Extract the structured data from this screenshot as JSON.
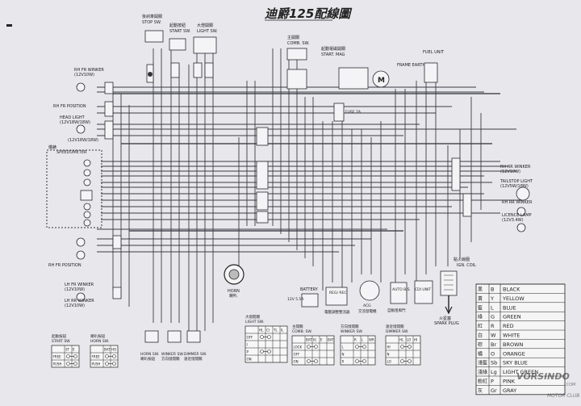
{
  "title": "迪爵125配線圖",
  "watermark": {
    "site": "VORSINDO",
    "sub": ".COM",
    "club": "MOTOR CLUB"
  },
  "labels": {
    "stop_sw": "STOP SW.",
    "stop_sw_cn": "後剎車開關",
    "start_sw": "START SW.",
    "start_sw_cn": "起動按鈕",
    "light_sw": "LIGHT SW.",
    "light_sw_cn": "大燈開關",
    "comb_sw": "COMB. SW.",
    "comb_sw_cn": "主開關",
    "start_mag": "START. MAG",
    "start_mag_cn": "起動電磁開關",
    "frame_earth": "FRAME EARTH",
    "fuel_unit": "FUEL UNIT",
    "rh_fr_winker": "RH FR WINKER",
    "rh_fr_winker_spec": "(12V10W)",
    "rh_fr_position": "RH FR POSITION",
    "head_light": "HEAD LIGHT",
    "head_light_spec": "(12V18W/18W)",
    "head_light_spec2": "(12V18W/18W)",
    "speedometer": "SPEEDOMETER",
    "speedometer_cn": "儀錶",
    "rr_winker": "RH RR WINKER",
    "rr_winker_spec": "(12V10W)",
    "taillight": "TAILSTOP LIGHT",
    "taillight_spec": "(12V5W/18W)",
    "rh_rr_winker": "RH RR WINKER",
    "licence_lamp": "LICENCE LAMP",
    "licence_lamp_spec": "(12V3.4W)",
    "horn": "HORN",
    "horn_cn": "喇叭",
    "regulator": "REG/ REC",
    "regulator_cn": "電壓調整整流器",
    "acg": "ACG",
    "acg_cn": "交流發電機",
    "auto_bis": "AUTO B/S",
    "auto_bis_cn": "自動阻風門",
    "cdi_unit": "CDI UNIT",
    "ign_coil": "IGN. COIL",
    "ign_coil_cn": "點火線圈",
    "spark_plug": "SPARK PLUG",
    "spark_plug_cn": "火星塞",
    "fuse": "FUSE 7A",
    "battery": "BATTERY",
    "battery_spec": "12V 5.5A",
    "horn_sw": "HORN SW.",
    "horn_sw_cn": "喇叭按鈕",
    "winker_sw": "WINKER SW.",
    "winker_sw_cn": "方向燈開關",
    "dimmer_sw": "DIMMER SW.",
    "dimmer_sw_cn": "遠近燈開關",
    "lh_fr_position": "RH FR POSITION",
    "lh_fr_winker": "LH FR WINKER",
    "lh_fr_winker_spec": "(12V10W)",
    "lh_rr_winker": "LH RR WINKER",
    "lh_rr_winker_spec": "(12V10W)"
  },
  "switch_tables": {
    "start": {
      "title": "START SW.",
      "title_cn": "起動按鈕",
      "cols": [
        "ST",
        "E"
      ],
      "rows": [
        "FREE",
        "PUSH"
      ]
    },
    "horn": {
      "title": "HORN SW.",
      "title_cn": "喇叭按鈕",
      "cols": [
        "BAT",
        "HO"
      ],
      "rows": [
        "FREE",
        "PUSH"
      ]
    },
    "light": {
      "title": "LIGHT SW.",
      "title_cn": "大燈開關",
      "cols": [
        "HL",
        "CI",
        "TL",
        "IL"
      ],
      "rows": [
        "OFF",
        "I",
        "P",
        "ON"
      ]
    },
    "comb": {
      "title": "COMB. SW.",
      "title_cn": "主開關",
      "cols": [
        "BAT",
        "IG",
        "E",
        "BAT"
      ],
      "rows": [
        "LOCK",
        "OFF",
        "ON"
      ]
    },
    "winker": {
      "title": "WINKER SW.",
      "title_cn": "方向燈開關",
      "cols": [
        "R",
        "L",
        "WR"
      ],
      "rows": [
        "L",
        "N",
        "R"
      ]
    },
    "dimmer": {
      "title": "DIMMER SW.",
      "title_cn": "遠近燈開關",
      "cols": [
        "HL",
        "LO",
        "HI"
      ],
      "rows": [
        "HI",
        "N",
        "LO"
      ]
    }
  },
  "legend": [
    {
      "cn": "黑",
      "code": "B",
      "name": "BLACK"
    },
    {
      "cn": "黃",
      "code": "Y",
      "name": "YELLOW"
    },
    {
      "cn": "藍",
      "code": "L",
      "name": "BLUE"
    },
    {
      "cn": "綠",
      "code": "G",
      "name": "GREEN"
    },
    {
      "cn": "紅",
      "code": "R",
      "name": "RED"
    },
    {
      "cn": "白",
      "code": "W",
      "name": "WHITE"
    },
    {
      "cn": "棕",
      "code": "Br",
      "name": "BROWN"
    },
    {
      "cn": "橘",
      "code": "O",
      "name": "ORANGE"
    },
    {
      "cn": "淺藍",
      "code": "Sb",
      "name": "SKY BLUE"
    },
    {
      "cn": "淺綠",
      "code": "Lg",
      "name": "LIGHT GREEN"
    },
    {
      "cn": "粉紅",
      "code": "P",
      "name": "PINK"
    },
    {
      "cn": "灰",
      "code": "Gr",
      "name": "GRAY"
    }
  ]
}
